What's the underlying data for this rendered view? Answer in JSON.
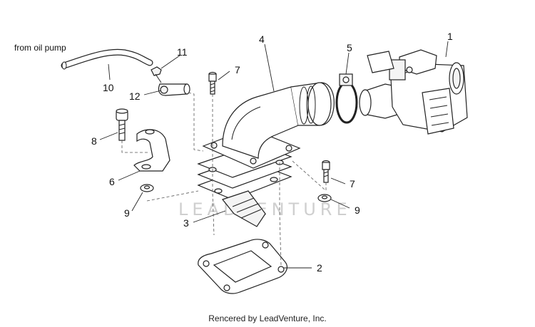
{
  "callouts": {
    "n1": "1",
    "n2": "2",
    "n3": "3",
    "n4": "4",
    "n5": "5",
    "n6": "6",
    "n7a": "7",
    "n7b": "7",
    "n8": "8",
    "n9a": "9",
    "n9b": "9",
    "n10": "10",
    "n11": "11",
    "n12": "12"
  },
  "note_oil": "from oil pump",
  "watermark": "LEADVENTURE",
  "footer": "Rencered by LeadVenture, Inc."
}
